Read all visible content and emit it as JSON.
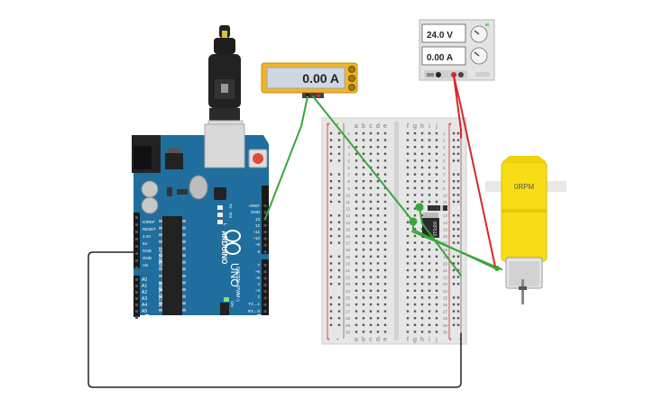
{
  "multimeter": {
    "reading": "0.00 A"
  },
  "power_supply": {
    "voltage": "24.0 V",
    "current": "0.00 A"
  },
  "arduino": {
    "brand": "ARDUINO",
    "model": "UNO",
    "power_header_title": "POWER",
    "analog_header_title": "ANALOG IN",
    "digital_header_title": "DIGITAL (PWM~)",
    "power_pins": [
      "IOREF",
      "RESET",
      "3.3V",
      "5V",
      "GND",
      "GND",
      "Vin"
    ],
    "analog_pins": [
      "A0",
      "A1",
      "A2",
      "A3",
      "A4",
      "A5"
    ],
    "digital_pins_top": [
      "AREF",
      "GND",
      "13",
      "12",
      "~11",
      "~10",
      "~9",
      "8"
    ],
    "digital_pins_bottom": [
      "7",
      "~6",
      "~5",
      "4",
      "~3",
      "2",
      "TX→1",
      "RX←0"
    ],
    "led_labels": [
      "L",
      "TX",
      "RX",
      "ON"
    ]
  },
  "breadboard": {
    "columns_left": [
      "a",
      "b",
      "c",
      "d",
      "e"
    ],
    "columns_right": [
      "f",
      "g",
      "h",
      "i",
      "j"
    ],
    "rail_plus": "+",
    "rail_minus": "-",
    "row_numbers": [
      "1",
      "2",
      "3",
      "4",
      "5",
      "6",
      "7",
      "8",
      "9",
      "10",
      "11",
      "12",
      "13",
      "14",
      "15",
      "16",
      "17",
      "18",
      "19",
      "20",
      "21",
      "22",
      "23",
      "24",
      "25",
      "26",
      "27",
      "28",
      "29",
      "30"
    ]
  },
  "transistor": {
    "label": "IRF510"
  },
  "motor": {
    "rpm_label": "0RPM"
  },
  "colors": {
    "arduino_blue": "#1f6e9e",
    "breadboard": "#e6e6e6",
    "motor_yellow": "#f7dc16",
    "wire_green": "#3aa63a",
    "wire_red": "#d62828",
    "wire_black": "#222222",
    "meter_frame": "#f0b429",
    "meter_screen": "#cfd7e2"
  }
}
